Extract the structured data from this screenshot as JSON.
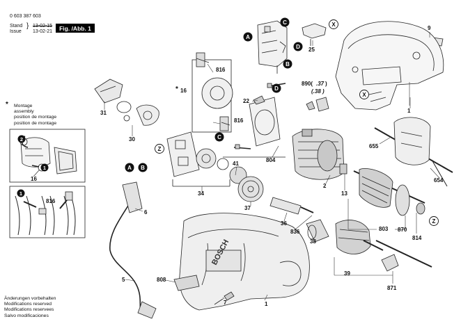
{
  "header": {
    "doc_number": "0 603 387 603",
    "stand_label": "Stand",
    "issue_label": "Issue",
    "stand_date_struck": "13-02-15",
    "issue_date": "13-02-21",
    "figure": "Fig. /Abb. 1"
  },
  "markers": {
    "A": "A",
    "B": "B",
    "C": "C",
    "D": "D",
    "X": "X",
    "Z": "Z"
  },
  "assembly_note": {
    "star": "*",
    "lines": [
      "Montage",
      "assembly",
      "position de montage",
      "position de montage"
    ]
  },
  "inset_labels": {
    "inset1_part": "16",
    "inset2_part": "816"
  },
  "part_numbers": {
    "p9": "9",
    "p25": "25",
    "p816a": "816",
    "p16": "16",
    "p16_star": "*",
    "p31": "31",
    "p30": "30",
    "p22": "22",
    "p816b": "816",
    "p890": "890(",
    "p890_37": ".37",
    "p890_38": "(.38 )",
    "p890_close": ")",
    "p1a": "1",
    "p655": "655",
    "p654": "654",
    "p804": "804",
    "p2": "2",
    "p13": "13",
    "p41": "41",
    "p34": "34",
    "p37": "37",
    "p36": "36",
    "p836": "836",
    "p38": "38",
    "p803": "803",
    "p870": "870",
    "p814": "814",
    "p6": "6",
    "p808": "808",
    "p7": "7",
    "p5": "5",
    "p39": "39",
    "p871": "871",
    "p1b": "1"
  },
  "product_label": "BOSCH",
  "footer": [
    "Änderungen vorbehalten",
    "Modifications reserved",
    "Modifications reservees",
    "Salvo modificaciones"
  ]
}
